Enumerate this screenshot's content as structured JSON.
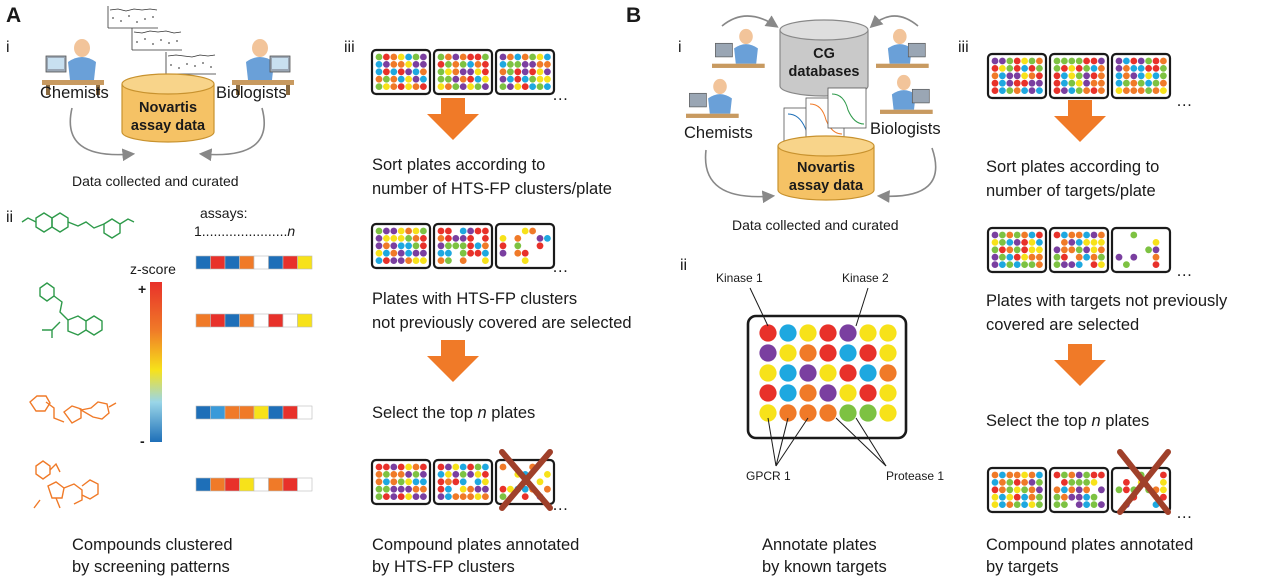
{
  "panel_a": {
    "label": "A",
    "i": {
      "roman": "i",
      "chemists": "Chemists",
      "biologists": "Biologists",
      "db_line1": "Novartis",
      "db_line2": "assay data",
      "caption": "Data collected and curated"
    },
    "ii": {
      "roman": "ii",
      "assays_label": "assays:",
      "assays_range_start": "1......................",
      "assays_range_end": "n",
      "zscore_label": "z-score",
      "zscore_plus": "+",
      "zscore_minus": "-",
      "caption_line1": "Compounds clustered",
      "caption_line2": "by screening patterns",
      "rows": [
        [
          "#1e6fb8",
          "#e8312a",
          "#1e6fb8",
          "#f07a28",
          "#ffffff",
          "#1e6fb8",
          "#e8312a",
          "#f7e21a"
        ],
        [
          "#f07a28",
          "#e8312a",
          "#1e6fb8",
          "#f07a28",
          "#ffffff",
          "#e8312a",
          "#ffffff",
          "#f7e21a"
        ],
        [
          "#1e6fb8",
          "#3a9ad9",
          "#f07a28",
          "#f07a28",
          "#f7e21a",
          "#1e6fb8",
          "#e8312a",
          "#ffffff"
        ],
        [
          "#1e6fb8",
          "#f07a28",
          "#e8312a",
          "#f7e21a",
          "#ffffff",
          "#f07a28",
          "#e8312a",
          "#ffffff"
        ]
      ]
    },
    "iii": {
      "roman": "iii",
      "ellipsis": "…",
      "sort_line1": "Sort plates according to",
      "sort_line2": "number of HTS-FP clusters/plate",
      "select_line1": "Plates with HTS-FP clusters",
      "select_line2": "not previously covered are selected",
      "top_pre": "Select the top ",
      "top_n": "n",
      "top_post": " plates",
      "caption_line1": "Compound plates annotated",
      "caption_line2": "by HTS-FP clusters"
    }
  },
  "panel_b": {
    "label": "B",
    "i": {
      "roman": "i",
      "chemists": "Chemists",
      "biologists": "Biologists",
      "cg_line1": "CG",
      "cg_line2": "databases",
      "db_line1": "Novartis",
      "db_line2": "assay data",
      "caption": "Data collected and curated"
    },
    "ii": {
      "roman": "ii",
      "kinase1": "Kinase 1",
      "kinase2": "Kinase 2",
      "gpcr1": "GPCR 1",
      "protease1": "Protease 1",
      "caption_line1": "Annotate plates",
      "caption_line2": "by known targets",
      "plate_colors": [
        [
          "#e8312a",
          "#1ea8e0",
          "#f7e21a",
          "#e8312a",
          "#7a3fa0",
          "#f7e21a",
          "#f7e21a"
        ],
        [
          "#7a3fa0",
          "#f7e21a",
          "#f07a28",
          "#e8312a",
          "#1ea8e0",
          "#e8312a",
          "#f7e21a"
        ],
        [
          "#f7e21a",
          "#1ea8e0",
          "#7a3fa0",
          "#f7e21a",
          "#e8312a",
          "#1ea8e0",
          "#f07a28"
        ],
        [
          "#e8312a",
          "#1ea8e0",
          "#f07a28",
          "#7a3fa0",
          "#f7e21a",
          "#e8312a",
          "#f7e21a"
        ],
        [
          "#f7e21a",
          "#f07a28",
          "#f07a28",
          "#f07a28",
          "#7dc242",
          "#7dc242",
          "#f7e21a"
        ]
      ]
    },
    "iii": {
      "roman": "iii",
      "ellipsis": "…",
      "sort_line1": "Sort plates according to",
      "sort_line2": "number of targets/plate",
      "select_line1": "Plates with targets not previously",
      "select_line2": "covered are selected",
      "top_pre": "Select the top ",
      "top_n": "n",
      "top_post": " plates",
      "caption_line1": "Compound plates annotated",
      "caption_line2": "by targets"
    }
  },
  "colors": {
    "arrow": "#f07a28",
    "cross": "#a0402a",
    "db_fill": "#f5c265",
    "cg_fill": "#c9c9c9",
    "chem_green": "#2e9a4a",
    "chem_orange": "#f07a28",
    "plate_palette": [
      "#e8312a",
      "#f7e21a",
      "#1ea8e0",
      "#7a3fa0",
      "#f07a28",
      "#7dc242"
    ]
  }
}
